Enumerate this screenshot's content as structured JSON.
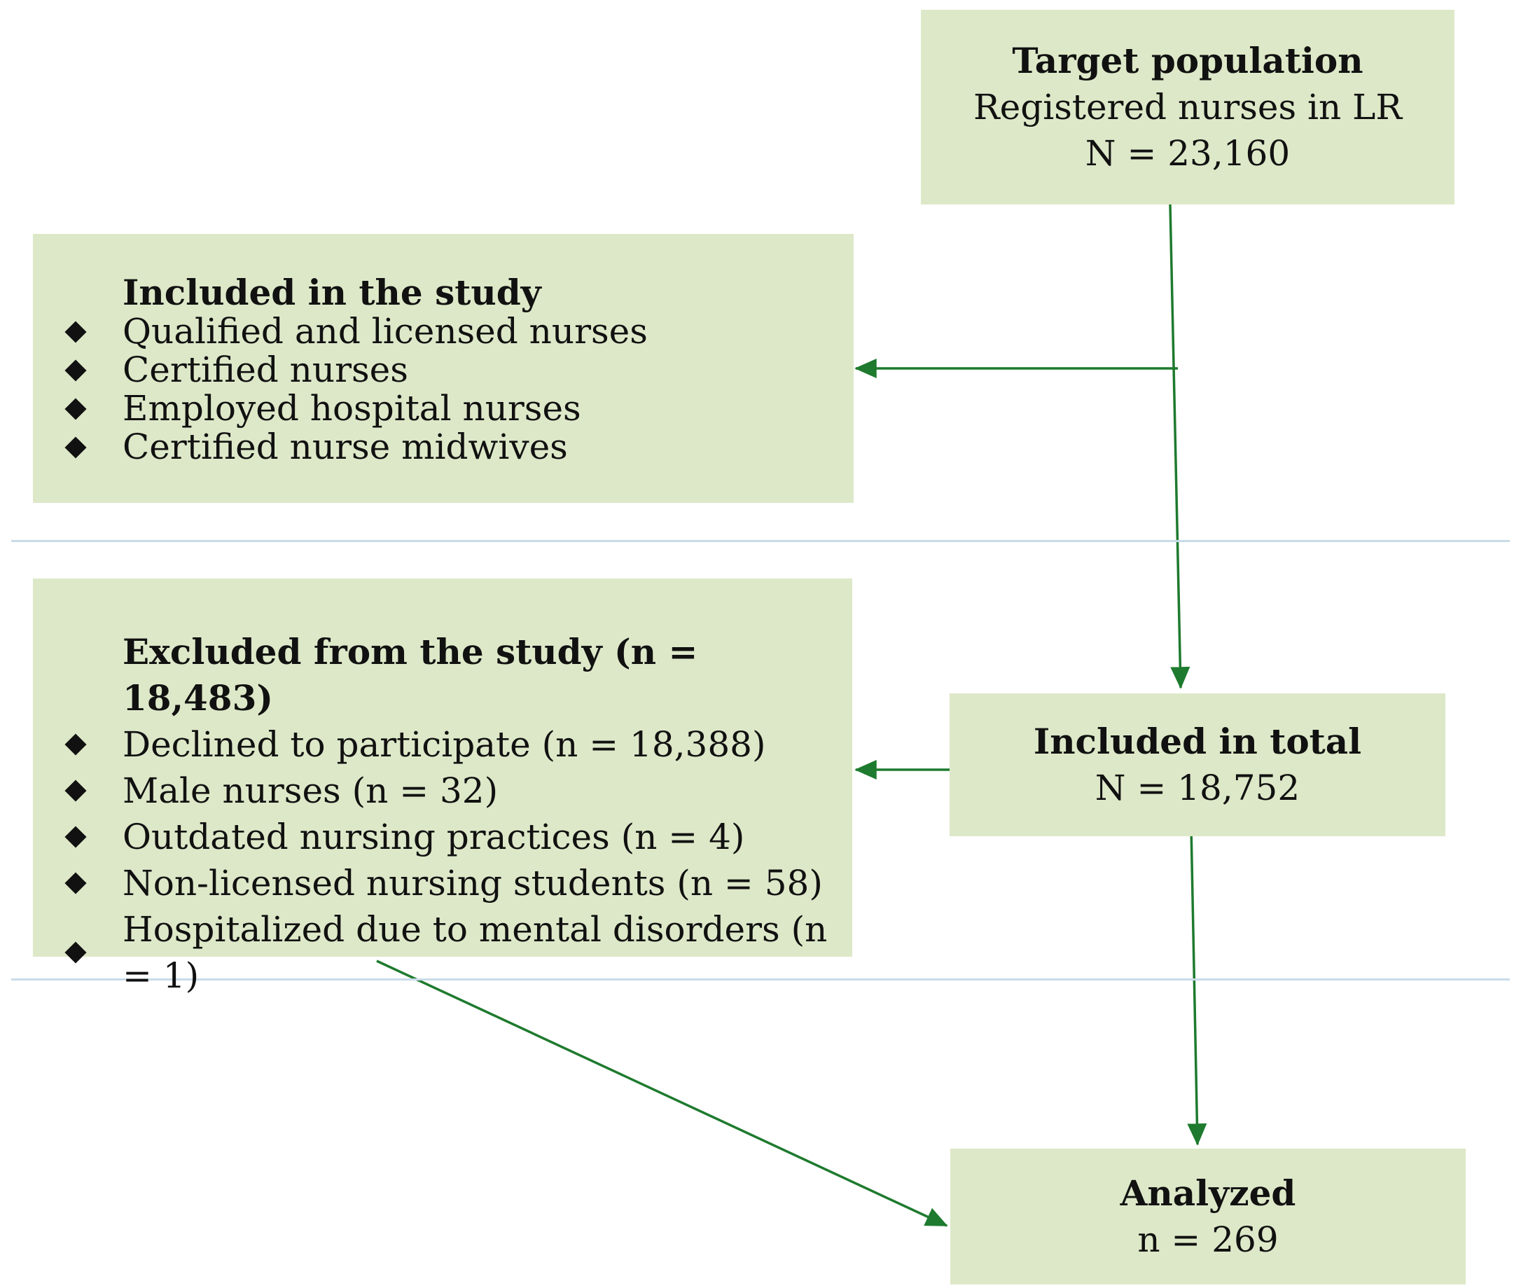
{
  "target_population": {
    "title": "Target population",
    "subtitle": "Registered nurses in LR",
    "count": "N = 23,160"
  },
  "included_criteria": {
    "title": "Included in the study",
    "items": [
      "Qualified and licensed nurses",
      "Certified nurses",
      "Employed hospital nurses",
      "Certified nurse midwives"
    ]
  },
  "excluded": {
    "title": "Excluded from the study (n = 18,483)",
    "items": [
      "Declined to participate (n = 18,388)",
      "Male nurses (n = 32)",
      "Outdated nursing practices (n = 4)",
      "Non-licensed nursing students (n = 58)",
      "Hospitalized due to mental disorders (n = 1)"
    ]
  },
  "included_total": {
    "title": "Included in total",
    "count": "N = 18,752"
  },
  "analyzed": {
    "title": "Analyzed",
    "count": "n = 269"
  },
  "colors": {
    "box_fill": "#dde8c8",
    "arrow": "#1e7a2e",
    "divider": "#c9dbe8"
  }
}
